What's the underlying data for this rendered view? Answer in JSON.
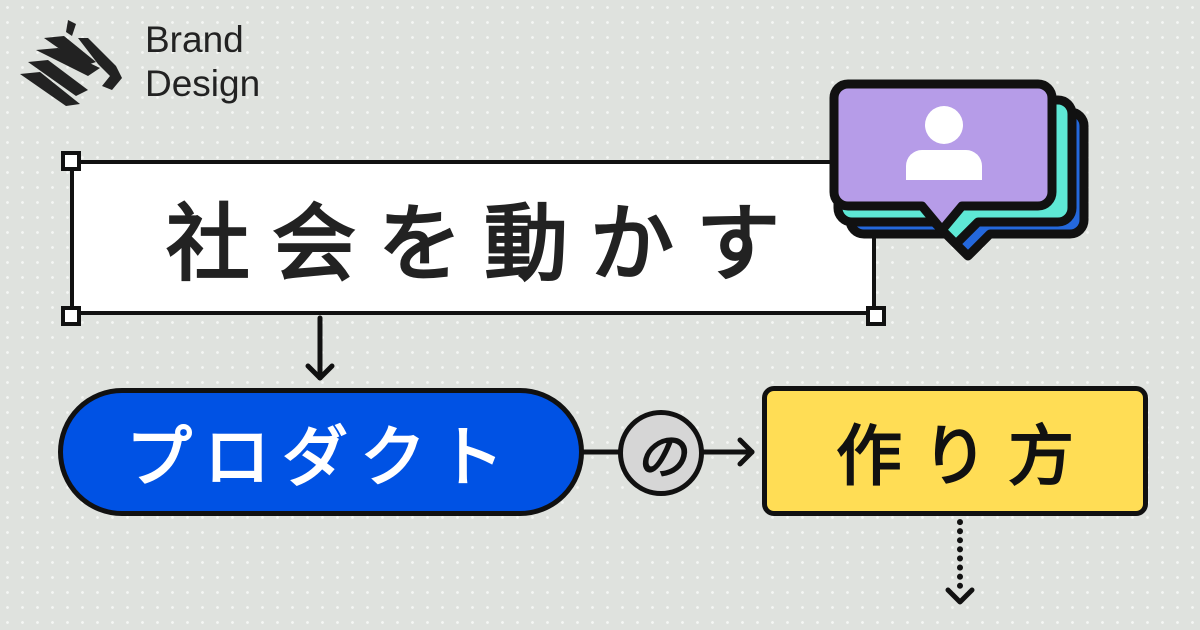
{
  "logo": {
    "line1": "Brand",
    "line2": "Design"
  },
  "headline": "社会を動かす",
  "product_label": "プロダクト",
  "connector": "の",
  "method_label": "作り方",
  "colors": {
    "background": "#dfe2de",
    "blue": "#0052e4",
    "yellow": "#ffdd55",
    "purple": "#b69ce8",
    "teal": "#5ee8d5",
    "bubble_blue": "#2468dc"
  },
  "icons": [
    "zebra-logo-icon",
    "user-icon",
    "arrow-down-icon",
    "arrow-right-icon",
    "dotted-arrow-down-icon"
  ]
}
